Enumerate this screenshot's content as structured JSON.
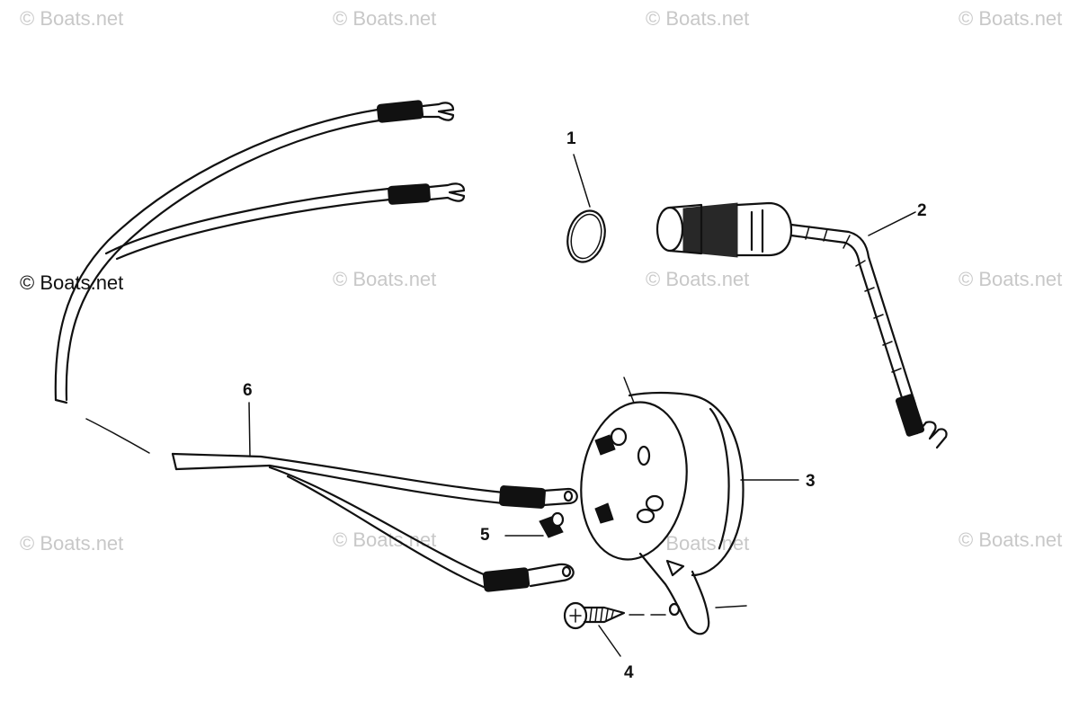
{
  "watermarks": {
    "text": "© Boats.net"
  },
  "callouts": {
    "c1": "1",
    "c2": "2",
    "c3": "3",
    "c4": "4",
    "c5": "5",
    "c6": "6"
  },
  "colors": {
    "ink": "#111111",
    "watermark": "#c8c8c8",
    "background": "#ffffff"
  }
}
